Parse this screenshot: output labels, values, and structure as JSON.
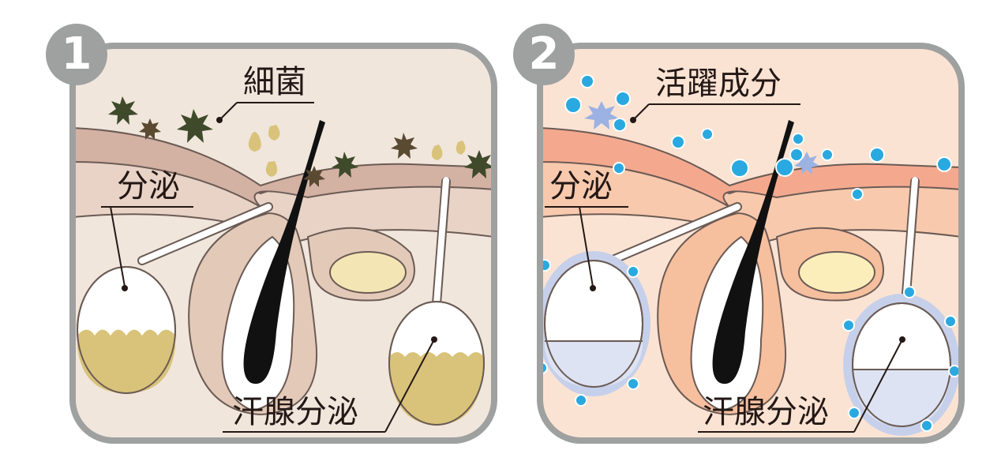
{
  "panels": [
    {
      "number": "1",
      "labels": {
        "bacteria": "細菌",
        "secretion": "分泌",
        "sweat": "汗腺分泌"
      },
      "colors": {
        "skin_top": "#d3b1a3",
        "dermis": "#e8d3c6",
        "background": "#f0e6dc",
        "sebum": "#d9c37a",
        "bacteria": "#3f4a2a"
      }
    },
    {
      "number": "2",
      "labels": {
        "ingredient": "活躍成分",
        "secretion": "分泌",
        "sweat": "汗腺分泌"
      },
      "colors": {
        "skin_top": "#f4a98f",
        "dermis": "#f8c9ad",
        "background": "#fbe3d3",
        "fill": "#dde3f3",
        "bubble": "#29a9e0"
      }
    }
  ]
}
